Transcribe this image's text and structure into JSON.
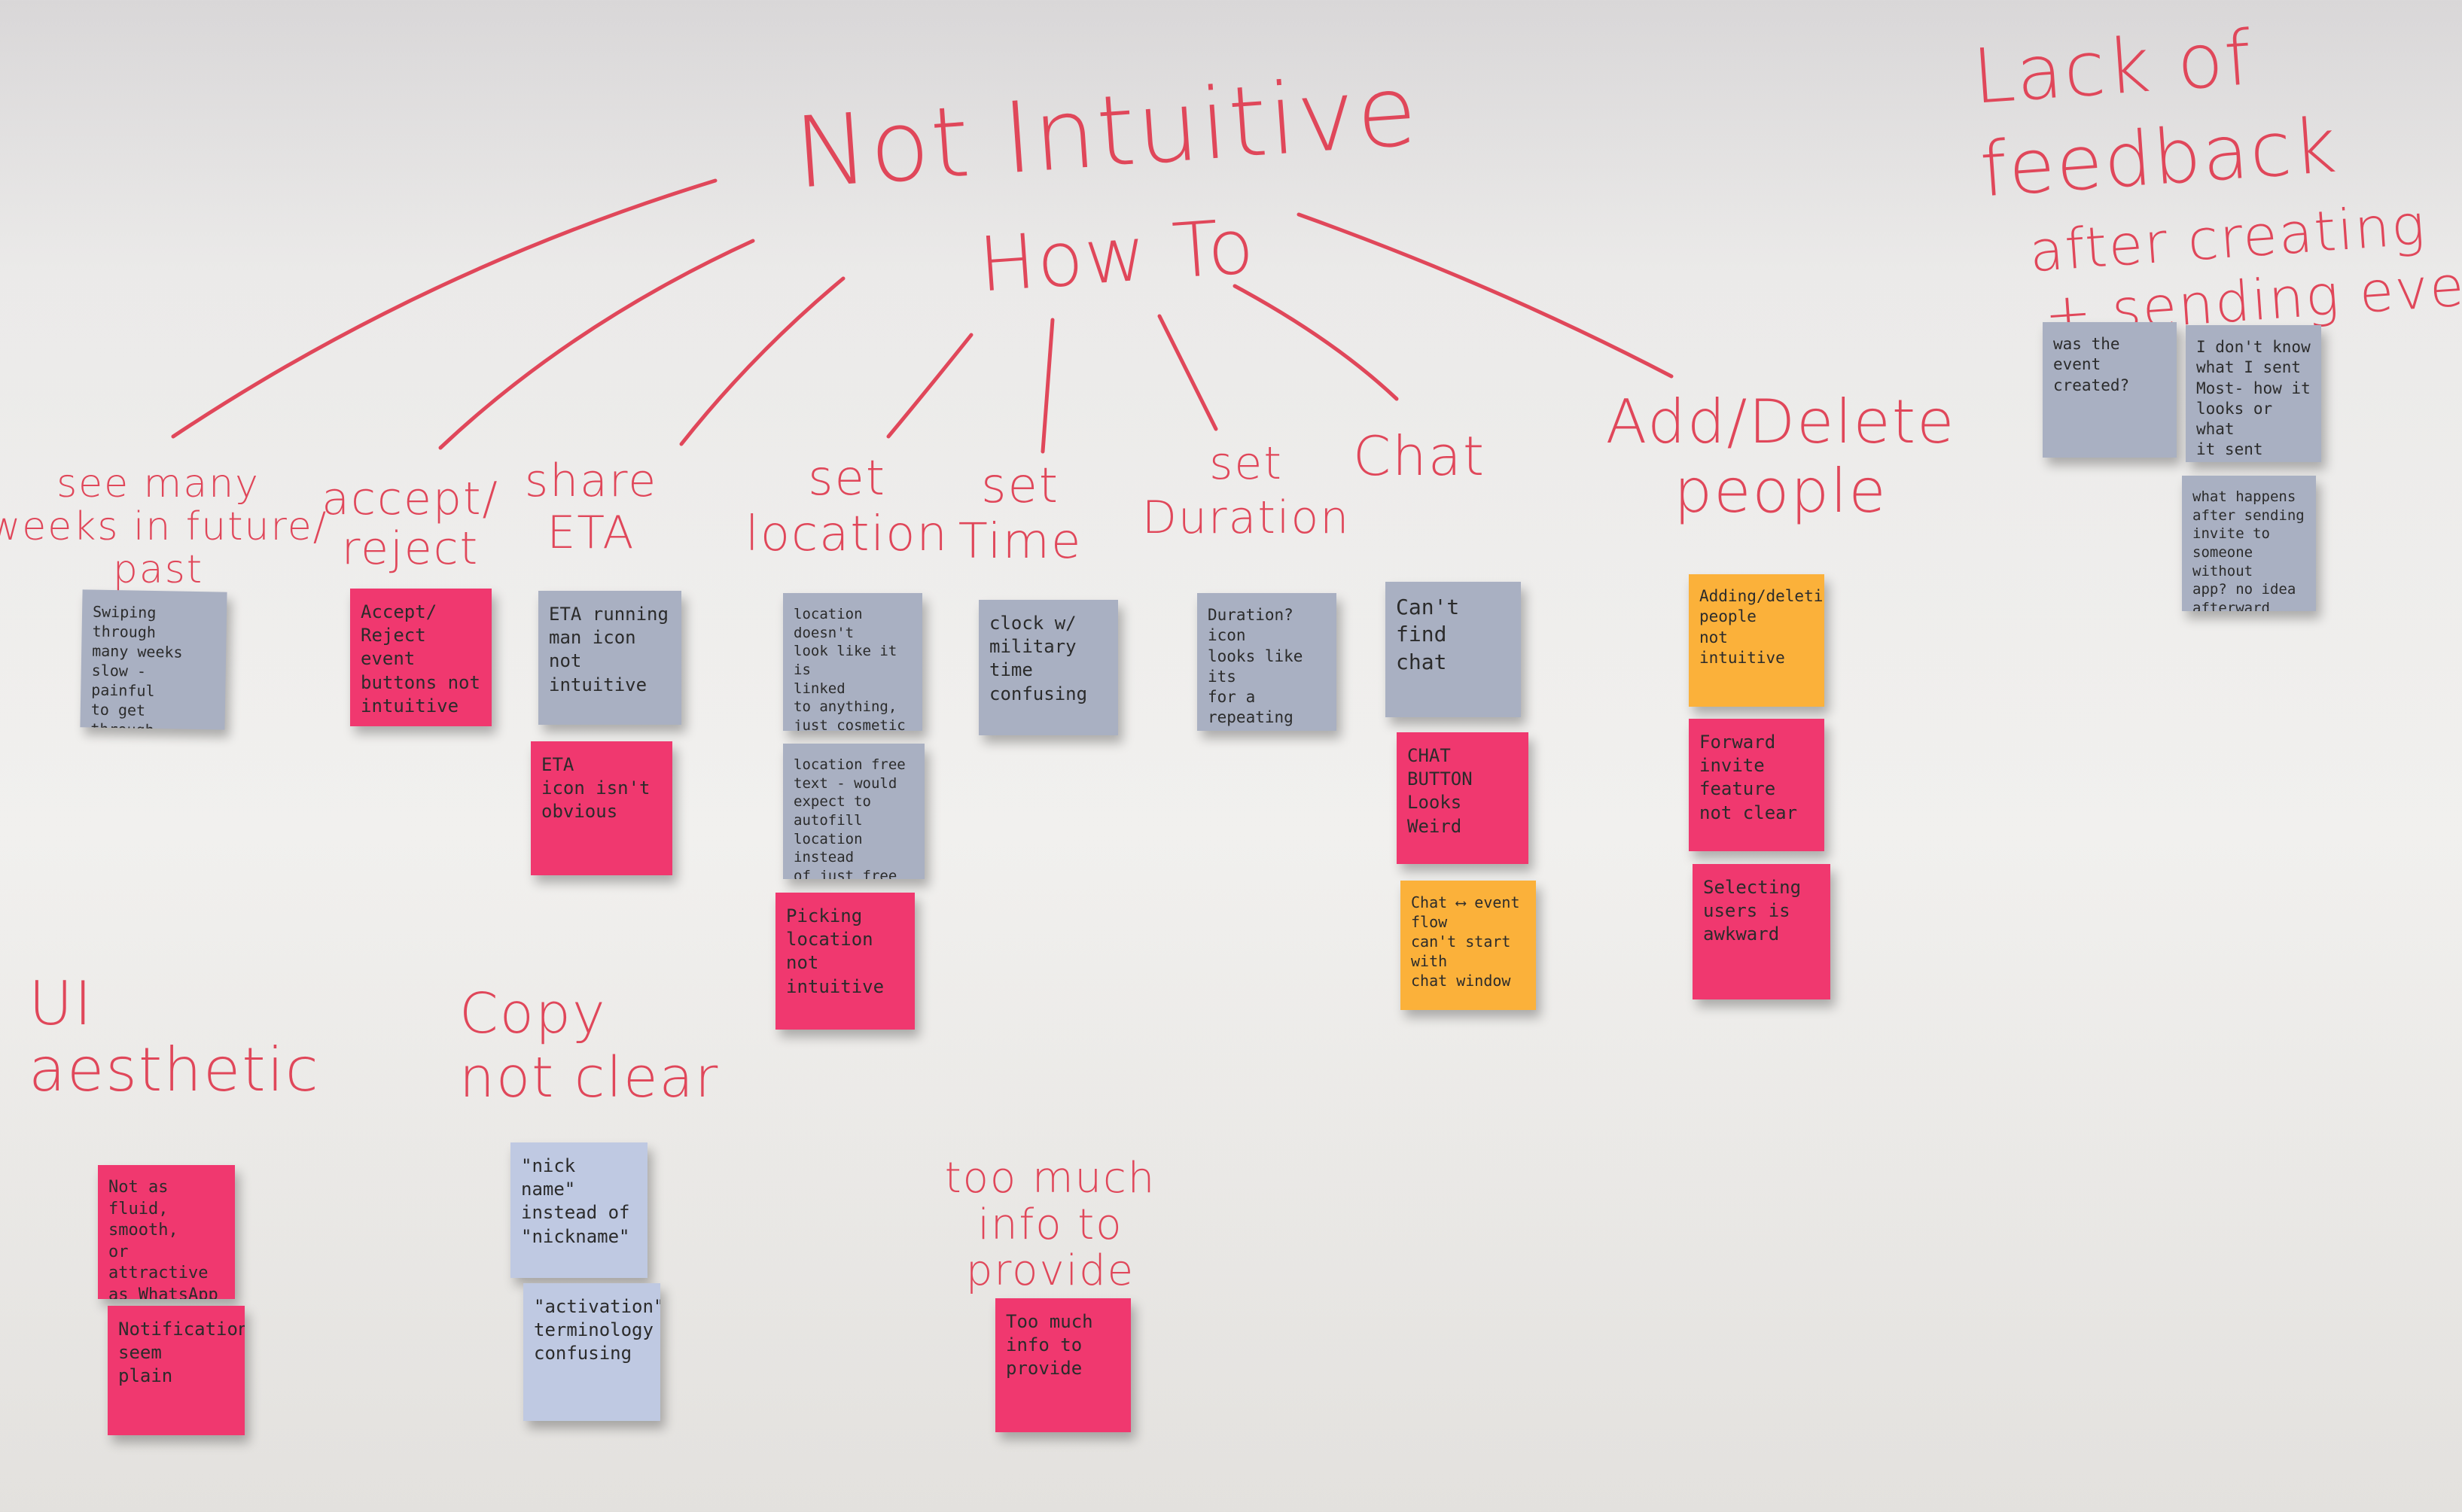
{
  "board": {
    "main_title": "Not Intuitive",
    "sub_title": "How To",
    "feedback_heading": {
      "line1": "Lack of",
      "line2": "feedback",
      "line3": "after creating",
      "line4": "+ sending event"
    },
    "categories": {
      "see_weeks": "see many\nweeks in future/\npast",
      "accept_reject": "accept/\nreject",
      "share_eta": "share\nETA",
      "set_location": "set\nlocation",
      "set_time": "set\nTime",
      "set_duration": "set\nDuration",
      "chat": "Chat",
      "add_delete": "Add/Delete\npeople"
    },
    "bottom_headings": {
      "ui_aesthetic": "UI\naesthetic",
      "copy_not_clear": "Copy\nnot clear",
      "too_much_info": "too much\ninfo to\nprovide"
    },
    "notes": {
      "swiping": "Swiping through\nmany weeks\nslow - painful\nto get through\nmany weeks/\nmonths",
      "accept_buttons": "Accept/\nReject event\nbuttons not\nintuitive",
      "eta_running": "ETA running\nman icon\nnot intuitive",
      "eta_icon": "ETA\nicon isn't\nobvious",
      "location_linked": "location doesn't\nlook like it is\nlinked\nto anything,\njust cosmetic\nfree text",
      "location_free": "location free\ntext - would\nexpect to autofill\nlocation instead\nof just free text",
      "picking_location": "Picking\nlocation\nnot\nintuitive",
      "clock": "clock w/\nmilitary time\nconfusing",
      "duration": "Duration?\nicon\nlooks like its\nfor a repeating\nevent",
      "cant_find_chat": "Can't find\nchat",
      "chat_button": "CHAT\nBUTTON\nLooks Weird",
      "chat_flow": "Chat ⟷ event\nflow\ncan't start with\nchat window",
      "adding_deleting": "Adding/deleting\npeople\nnot intuitive",
      "forward_invite": "Forward\ninvite\nfeature\nnot clear",
      "selecting_users": "Selecting\nusers is\nawkward",
      "was_event_created": "was the\nevent created?",
      "dont_know_sent": "I don't know\nwhat I sent\nMost- how it\nlooks or what\nit sent",
      "what_happens": "what happens\nafter sending\ninvite to\nsomeone without\napp? no idea\nafterward",
      "not_fluid": "Not as fluid,\nsmooth,\nor attractive\nas WhatsApp",
      "notifications": "Notifications\nseem\nplain",
      "nick_name": "\"nick name\"\ninstead of\n\"nickname\"",
      "activation": "\"activation\"\nterminology\nconfusing",
      "too_much": "Too much\ninfo to\nprovide"
    }
  }
}
